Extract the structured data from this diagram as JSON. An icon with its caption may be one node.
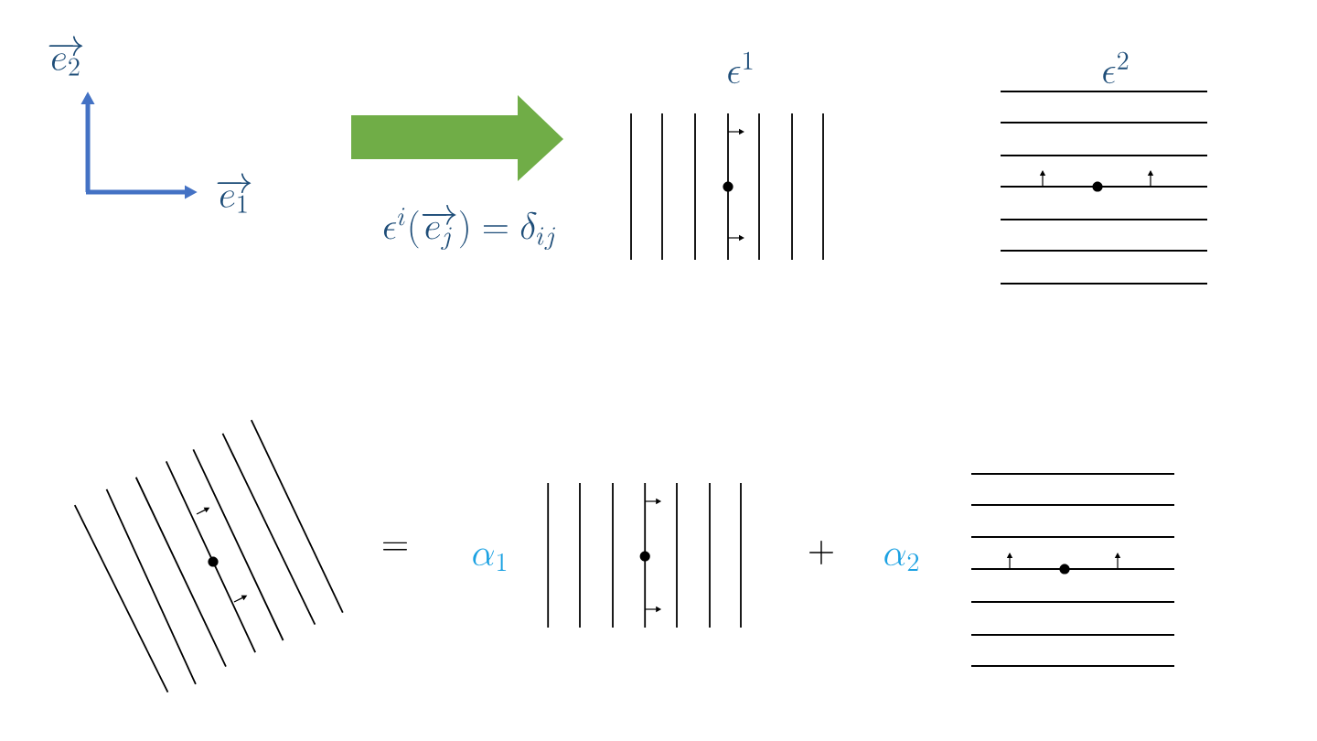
{
  "diagram": {
    "labels": [
      "\\overrightarrow{e_2}",
      "\\overrightarrow{e_1}",
      "\\epsilon^i(\\overrightarrow{e_j}) = \\delta_{ij}",
      "\\epsilon^1",
      "\\epsilon^2",
      "=",
      "\\alpha_1",
      "+",
      "\\alpha_2"
    ]
  }
}
